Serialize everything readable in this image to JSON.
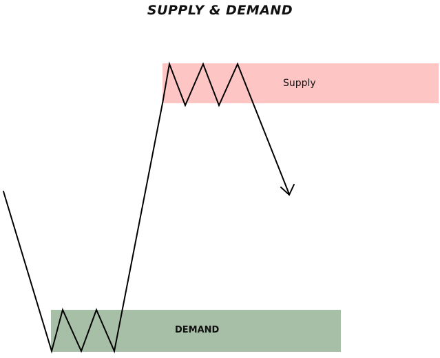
{
  "title": "SUPPLY & DEMAND",
  "zones": {
    "supply": {
      "label": "Supply",
      "color": "#fdc5c3"
    },
    "demand": {
      "label": "DEMAND",
      "color": "#a7bfa7"
    }
  },
  "colors": {
    "line": "#000000"
  }
}
